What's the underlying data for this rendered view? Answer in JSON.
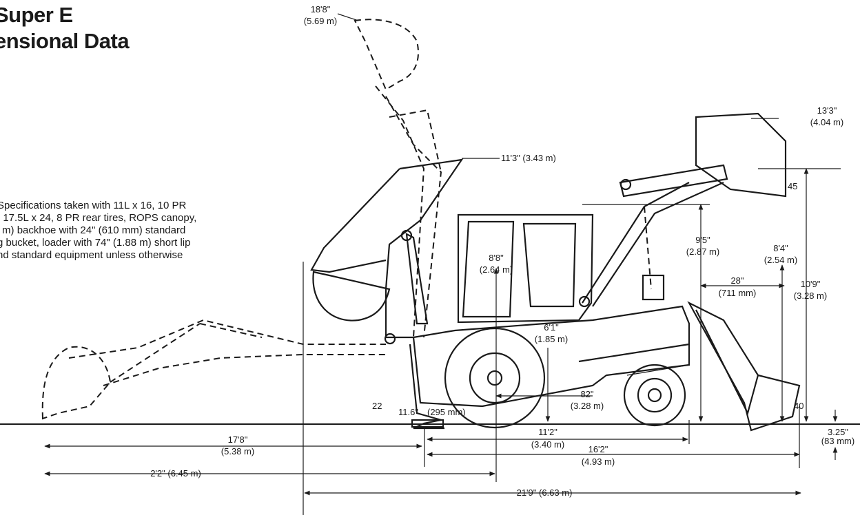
{
  "header": {
    "title_line1": "Super E",
    "title_line2": "ensional Data"
  },
  "spec_note": {
    "line1": "Specifications taken with 11L x 16, 10 PR",
    "line2": ", 17.5L x 24, 8 PR rear tires, ROPS canopy,",
    "line3": "' m) backhoe with 24\" (610 mm) standard",
    "line4": "g bucket, loader with 74\" (1.88 m) short lip",
    "line5": "nd standard equipment unless otherwise",
    "line6": "."
  },
  "dimensions": {
    "backhoe_max_height_a": "18'8\"",
    "backhoe_max_height_b": "(5.69 m)",
    "boom_height": "11'3\" (3.43 m)",
    "bucket_pin_height_a": "13'3\"",
    "bucket_pin_height_b": "(4.04 m)",
    "dump_angle": "45",
    "loader_height_a": "9'5\"",
    "loader_height_b": "(2.87 m)",
    "cab_height_a": "8'8\"",
    "cab_height_b": "(2.64 m)",
    "dump_clearance_a": "8'4\"",
    "dump_clearance_b": "(2.54 m)",
    "dump_reach_a": "28\"",
    "dump_reach_b": "(711 mm)",
    "overall_height_a": "10'9\"",
    "overall_height_b": "(3.28 m)",
    "seat_height_a": "6'1\"",
    "seat_height_b": "(1.85 m)",
    "wheel_height_a": "82\"",
    "wheel_height_b": "(3.28 m)",
    "angle_22": "22",
    "stabilizer_a": "11.6\"",
    "stabilizer_b": "(295 mm)",
    "angle_40": "40",
    "dig_below_a": "3.25\"",
    "dig_below_b": "(83 mm)",
    "reach_pivot_a": "17'8\"",
    "reach_pivot_b": "(5.38 m)",
    "wheelbase_a": "11'2\"",
    "wheelbase_b": "(3.40 m)",
    "loader_length_a": "16'2\"",
    "loader_length_b": "(4.93 m)",
    "reach_total": "2'2\" (6.45 m)",
    "overall_length": "21'9\" (6.63 m)"
  }
}
